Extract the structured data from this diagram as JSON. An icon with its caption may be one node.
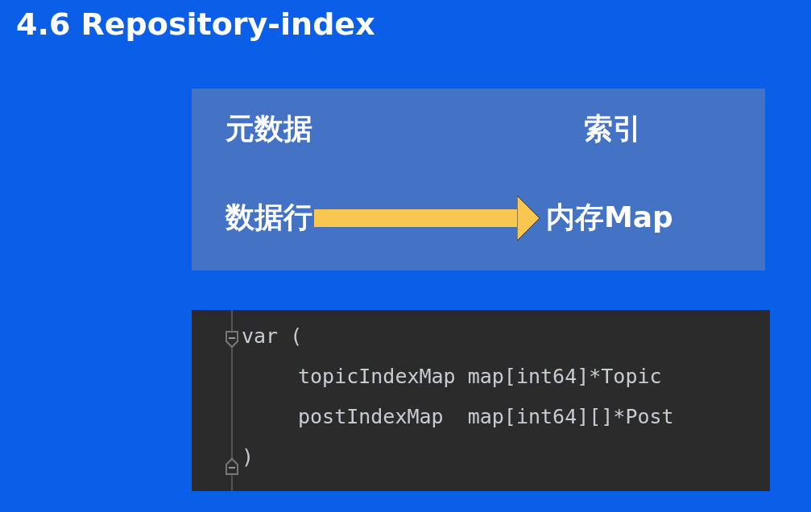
{
  "diagram": {
    "title": "4.6 Repository-index",
    "nodes": [
      {
        "text": [
          "元数据",
          "索引"
        ]
      },
      {
        "text": [
          "数据行"
        ],
        "in": 0
      },
      {
        "text": [
          "内存Map"
        ],
        "in": 0
      },
      {
        "text": [
          "var (",
          "topicIndexMap map[int64]*Topic",
          "postIndexMap  map[int64][]*Post",
          ")"
        ]
      }
    ],
    "edges": [
      {
        "from": 1,
        "to": 2,
        "arrow": "to",
        "color": "#f9c74f"
      }
    ]
  }
}
